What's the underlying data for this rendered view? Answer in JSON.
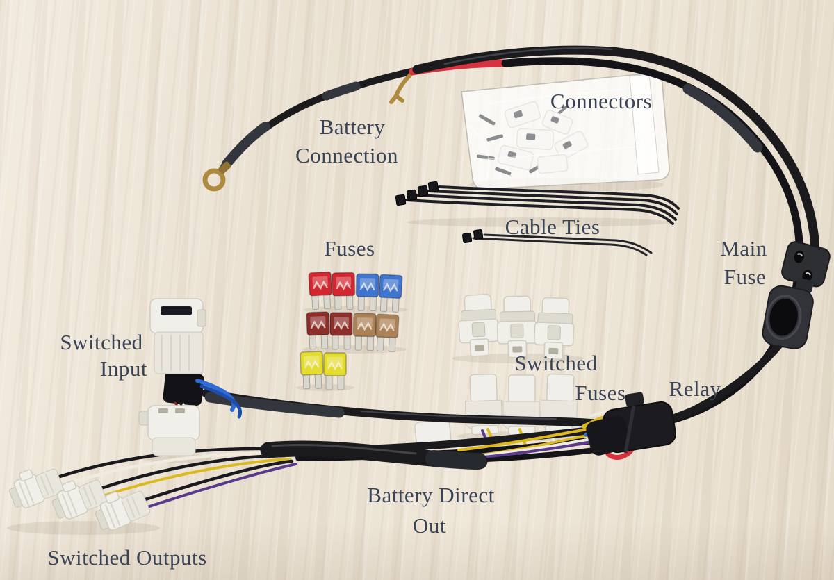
{
  "colors": {
    "wood_light": "#f2ebdf",
    "wood_base": "#eae1d2",
    "label_text": "#3a4457",
    "cable_black": "#1b1b1e",
    "cable_sheath": "#33373d",
    "red_wire": "#d7323f",
    "brass_terminal": "#ad8a3e",
    "fuse_red": "#d22630",
    "fuse_blue": "#3f74cf",
    "fuse_dark_red": "#8e2e2a",
    "fuse_tan": "#ab8157",
    "fuse_yellow": "#e4dc2e",
    "fuse_leg_metal": "#dad7cf",
    "connector_white": "#f1efe9",
    "connector_shade": "#dedbd0",
    "wire_blue": "#2f6bd6",
    "wire_dark_blue": "#1d4dad",
    "wire_yellow": "#dcb91f",
    "wire_purple": "#5a3a8c",
    "wire_white": "#efebdf"
  },
  "labels": {
    "battery_connection": {
      "line1": "Battery",
      "line2": "Connection"
    },
    "connectors": "Connectors",
    "cable_ties": "Cable Ties",
    "fuses": "Fuses",
    "main_fuse": {
      "line1": "Main",
      "line2": "Fuse"
    },
    "switched_input": {
      "line1": "Switched",
      "line2": "Input"
    },
    "switched_fuses": {
      "line1": "Switched",
      "line2": "Fuses"
    },
    "relay": "Relay",
    "battery_direct_out": {
      "line1": "Battery Direct",
      "line2": "Out"
    },
    "switched_outputs": "Switched Outputs"
  }
}
